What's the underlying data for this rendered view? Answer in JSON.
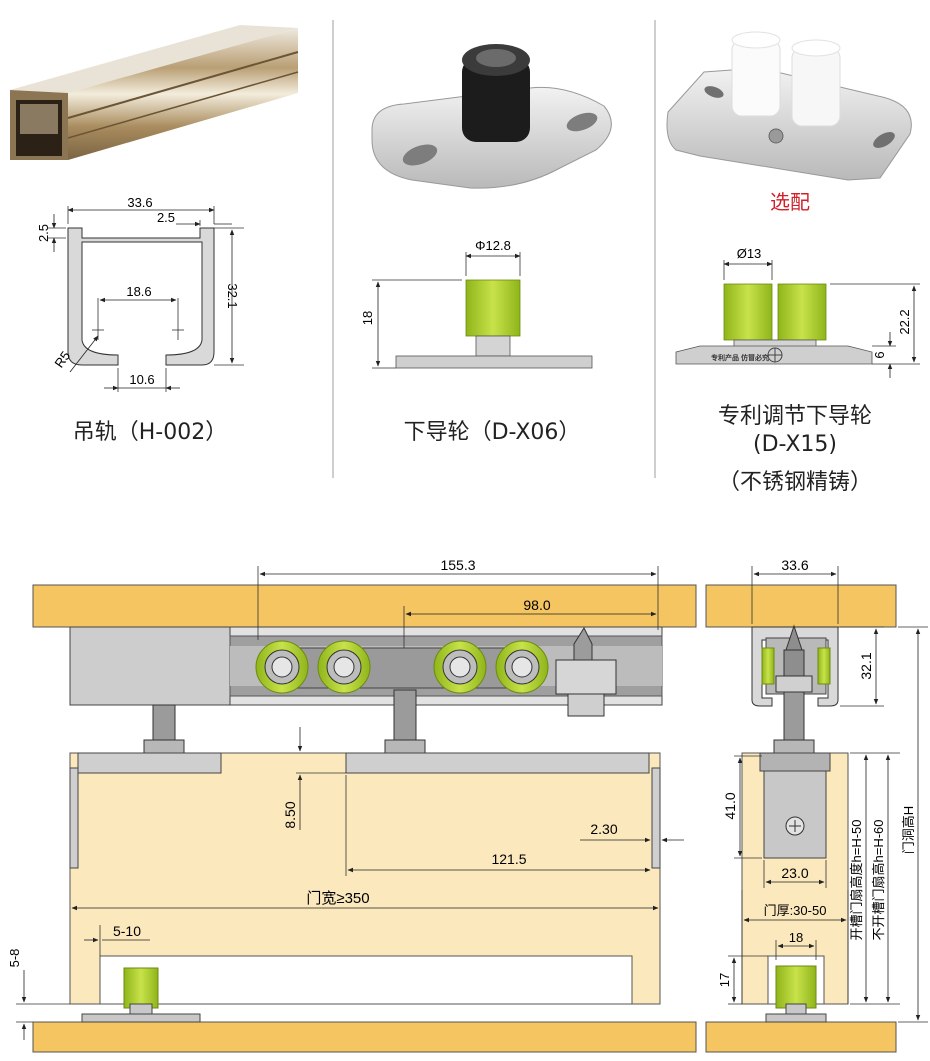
{
  "top": {
    "rail": {
      "caption": "吊轨（H-002）",
      "dims": {
        "width": "33.6",
        "lip_left": "2.5",
        "lip_right": "2.5",
        "height": "32.1",
        "inner": "18.6",
        "radius": "R5",
        "opening": "10.6"
      }
    },
    "guide_a": {
      "caption": "下导轮（D-X06）",
      "dims": {
        "diameter": "Φ12.8",
        "height": "18"
      }
    },
    "guide_b": {
      "optional": "选配",
      "caption_line1": "专利调节下导轮",
      "caption_line2": "(D-X15)",
      "caption_line3": "（不锈钢精铸）",
      "dims": {
        "diameter": "Ø13",
        "base": "6",
        "height": "22.2"
      },
      "base_print": "专利产品   仿冒必究"
    }
  },
  "bottom": {
    "front": {
      "span": "155.3",
      "wheel_span": "98.0",
      "groove_depth": "8.50",
      "gap": "2.30",
      "bracket": "121.5",
      "door_width": "门宽≥350",
      "inset": "5-10",
      "floor_gap": "5-8"
    },
    "side": {
      "rail_width": "33.6",
      "rail_height": "32.1",
      "hanger_height": "41.0",
      "hanger_width": "23.0",
      "door_thickness": "门厚:30-50",
      "guide_width": "18",
      "guide_height": "17",
      "h_grooved": "开槽门扇高度h=H-50",
      "h_plain": "不开槽门扇高h=H-60",
      "opening_height": "门洞高H"
    }
  },
  "colors": {
    "wood": "#f4c560",
    "door": "#fbe8bd",
    "green": "#b4d433",
    "steel": "#c8c8c8",
    "caption_red": "#d0202a"
  }
}
